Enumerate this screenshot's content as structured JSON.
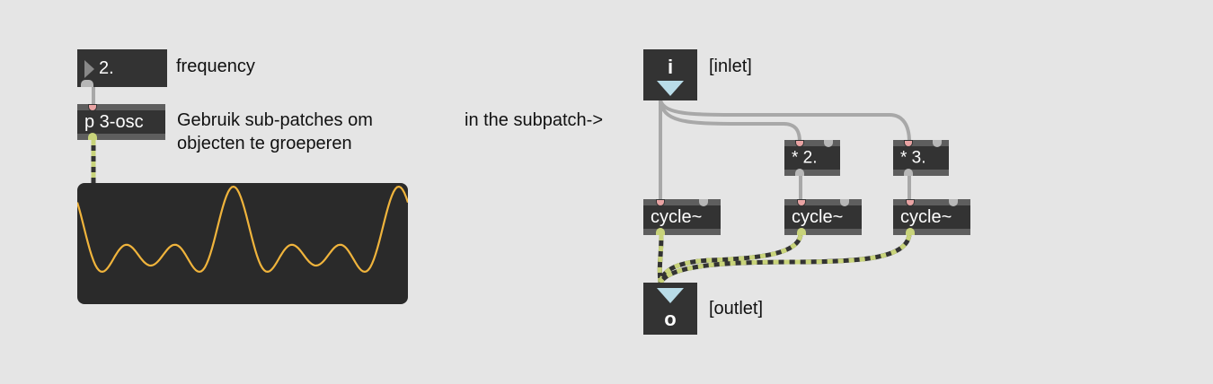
{
  "left": {
    "number_box": {
      "value": "2."
    },
    "frequency_comment": "frequency",
    "subpatch_object": {
      "label": "p 3-osc"
    },
    "subpatch_comment_line1": "Gebruik sub-patches om",
    "subpatch_comment_line2": "objecten te groeperen",
    "scope": {
      "waveform_color": "#f0b43c",
      "background": "#2a2a2a"
    }
  },
  "right": {
    "intro_comment": "in the subpatch->",
    "inlet": {
      "letter": "i",
      "comment": "[inlet]"
    },
    "mult1": {
      "label": "* 2."
    },
    "mult2": {
      "label": "* 3."
    },
    "cycle1": {
      "label": "cycle~"
    },
    "cycle2": {
      "label": "cycle~"
    },
    "cycle3": {
      "label": "cycle~"
    },
    "outlet": {
      "letter": "o",
      "comment": "[outlet]"
    }
  },
  "colors": {
    "background": "#e5e5e5",
    "object_fill": "#333333",
    "control_wire": "#a8a8a8",
    "signal_wire": "#c8d37a",
    "inlet_arrow": "#b9dce8"
  },
  "icons": {
    "number_triangle": "play-triangle-icon",
    "inlet_arrow": "arrow-down-icon",
    "outlet_arrow": "arrow-down-icon"
  }
}
